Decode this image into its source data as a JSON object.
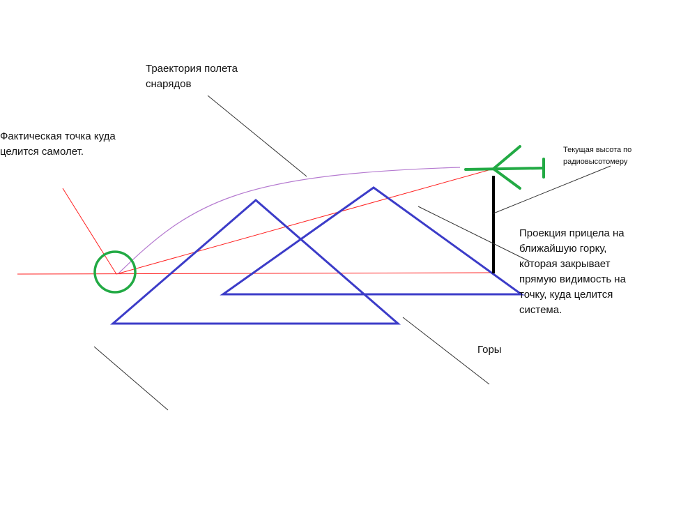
{
  "labels": {
    "trajectory": [
      "Траектория полета",
      "снарядов"
    ],
    "aim_point": [
      "Фактическая точка куда",
      "целится самолет."
    ],
    "altitude": [
      "Текущая высота по",
      "радиовысотомеру"
    ],
    "projection": [
      "Проекция прицела на",
      "ближайшую горку,",
      "которая закрывает",
      "прямую видимость на",
      "точку, куда целится",
      "система."
    ],
    "mountains": [
      "Горы"
    ]
  },
  "colors": {
    "mountain": "#3c3cc8",
    "sight_line": "#ff2020",
    "trajectory": "#b57ad0",
    "aircraft": "#22aa44",
    "altitude_bar": "#000000",
    "pointer": "#333333"
  }
}
